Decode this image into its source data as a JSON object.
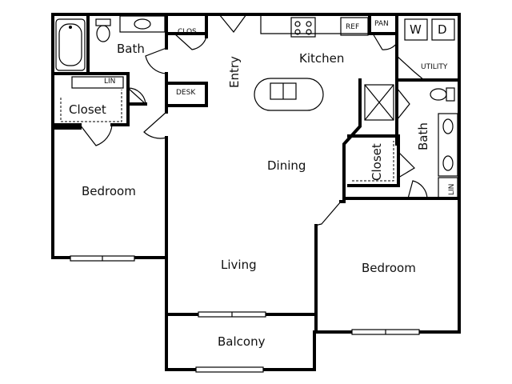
{
  "rooms": {
    "bath1": "Bath",
    "closet1": "Closet",
    "bedroom1": "Bedroom",
    "clos": "CLOS",
    "desk": "DESK",
    "lin1": "LIN",
    "entry": "Entry",
    "kitchen": "Kitchen",
    "ref": "REF",
    "pan": "PAN",
    "washer": "W",
    "dryer": "D",
    "utility": "UTILITY",
    "dining": "Dining",
    "bath2": "Bath",
    "closet2": "Closet",
    "lin2": "LIN",
    "living": "Living",
    "bedroom2": "Bedroom",
    "balcony": "Balcony"
  }
}
